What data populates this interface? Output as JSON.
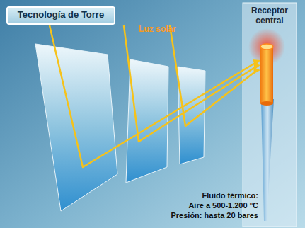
{
  "diagram": {
    "title": "Tecnología de Torre",
    "labels": [
      "Luz solar",
      "Receptor central",
      "Fluido térmico:",
      "Aire a 500-1.200 °C",
      "Presión: hasta 20 bares"
    ]
  }
}
